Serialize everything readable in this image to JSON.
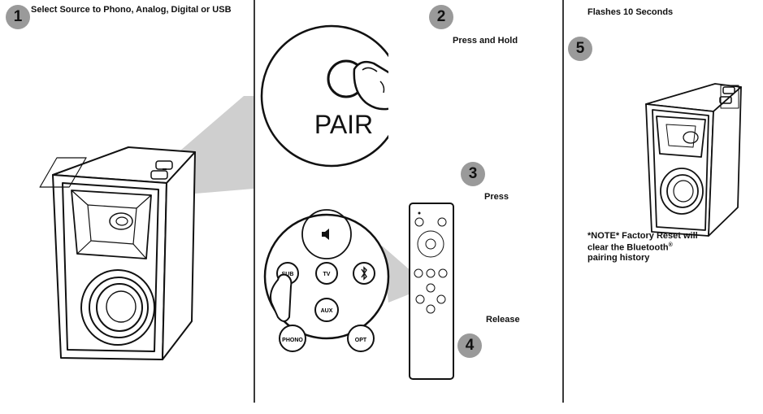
{
  "steps": [
    {
      "number": "1",
      "text": "Select Source to Phono, Analog, Digital or USB"
    },
    {
      "number": "2",
      "text": "Press and Hold"
    },
    {
      "number": "3",
      "text": "Press"
    },
    {
      "number": "4",
      "text": "Release"
    },
    {
      "number": "5",
      "text": "Flashes 10 Seconds"
    }
  ],
  "pair_label": "PAIR",
  "note": {
    "line1": "*NOTE* Factory Reset will",
    "line2": "clear the Bluetooth",
    "trademark": "®",
    "line3": "pairing history"
  },
  "remote_buttons": {
    "sub": "SUB",
    "tv": "TV",
    "aux": "AUX",
    "phono": "PHONO",
    "opt": "OPT"
  },
  "colors": {
    "step_badge": "#9a9a9a",
    "zoom_cone": "#cfcfcf",
    "divider": "#3a3a3a"
  }
}
